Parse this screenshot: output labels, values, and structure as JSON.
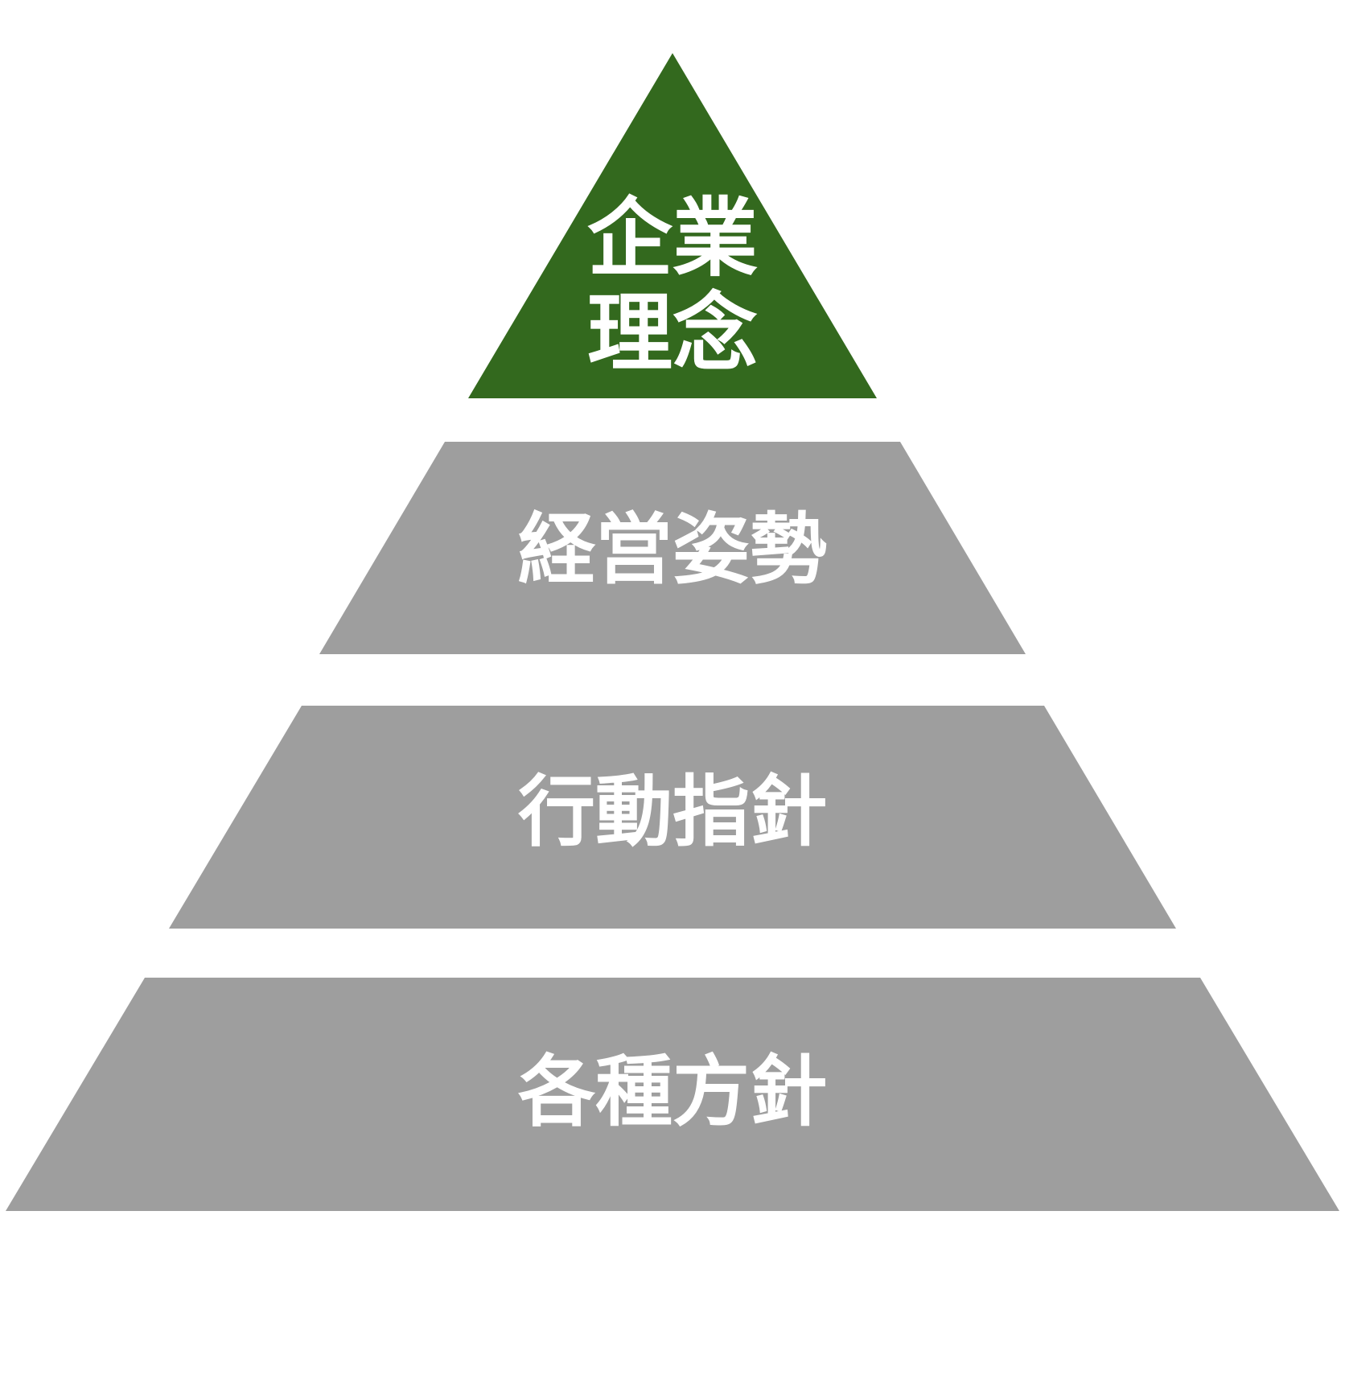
{
  "pyramid": {
    "tiers": [
      {
        "label_line1": "企業",
        "label_line2": "理念",
        "color": "#33691e"
      },
      {
        "label": "経営姿勢",
        "color": "#9e9e9e"
      },
      {
        "label": "行動指針",
        "color": "#9e9e9e"
      },
      {
        "label": "各種方針",
        "color": "#9e9e9e"
      }
    ],
    "text_color": "#ffffff"
  }
}
